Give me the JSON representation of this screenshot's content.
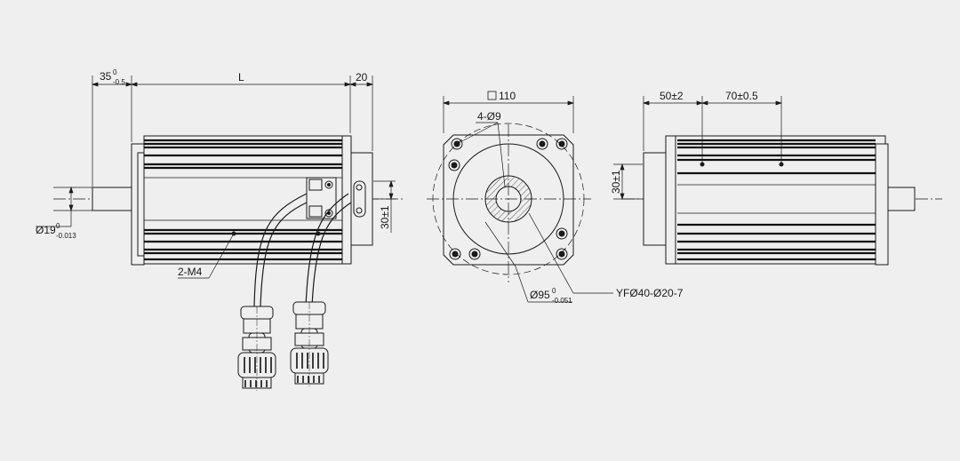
{
  "side_view": {
    "dim_front": {
      "value": "35",
      "upper": "0",
      "lower": "-0.5"
    },
    "dim_length": "L",
    "dim_rear": "20",
    "dim_shaft": {
      "value": "Ø19",
      "upper": "0",
      "lower": "-0.013"
    },
    "dim_bolts": "2-M4",
    "dim_offset": "30±1"
  },
  "front_view": {
    "dim_square": "110",
    "dim_holes": "4-Ø9",
    "dim_pilot": {
      "value": "Ø95",
      "upper": "0",
      "lower": "-0.051"
    },
    "dim_bore": "YFØ40-Ø20-7"
  },
  "top_view": {
    "dim_a": "50±2",
    "dim_b": "70±0.5",
    "dim_offset": "30±1"
  },
  "colors": {
    "background": "#efefef",
    "line": "#1a1a1a",
    "fin": "#111111",
    "hatch": "#555555"
  }
}
